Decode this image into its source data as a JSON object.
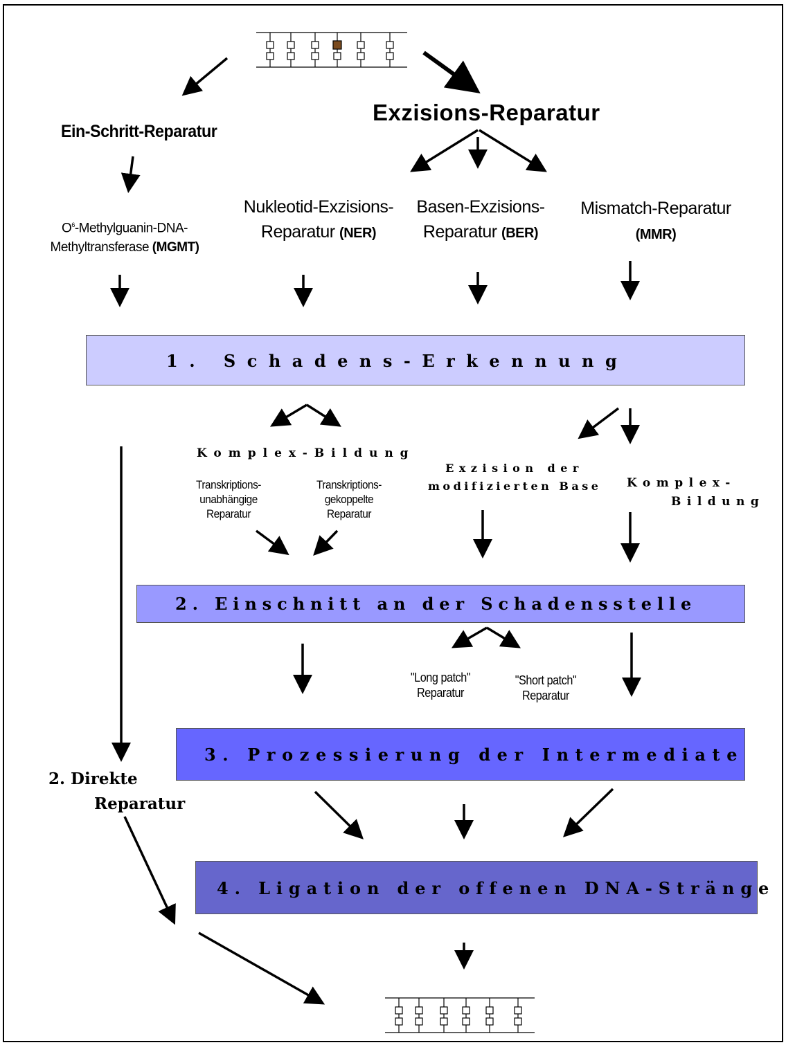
{
  "title_right": "Exzisions-Reparatur",
  "title_left": "Ein-Schritt-Reparatur",
  "pathways": {
    "mgmt": {
      "line1_pre": "O",
      "line1_sup": "6",
      "line1_post": "-Methylguanin-DNA-",
      "line2": "Methyltransferase ",
      "abbr": "(MGMT)"
    },
    "ner": {
      "line1": "Nukleotid-Exzisions-",
      "line2": "Reparatur ",
      "abbr": "(NER)"
    },
    "ber": {
      "line1": "Basen-Exzisions-",
      "line2": "Reparatur ",
      "abbr": "(BER)"
    },
    "mmr": {
      "line1": "Mismatch-Reparatur",
      "abbr": "(MMR)"
    }
  },
  "steps": {
    "step1": "1. Schadens-Erkennung",
    "step2": "2. Einschnitt an der Schadensstelle",
    "step3": "3. Prozessierung der Intermediate",
    "step4": "4. Ligation der offenen DNA-Stränge"
  },
  "step_colors": {
    "step1": "#ccccff",
    "step2": "#9999ff",
    "step3": "#6666ff",
    "step4": "#6666cc"
  },
  "sub": {
    "komplex_ner": "Komplex-Bildung",
    "tu_line1": "Transkriptions-",
    "tu_line2": "unabhängige",
    "tu_line3": "Reparatur",
    "tc_line1": "Transkriptions-",
    "tc_line2": "gekoppelte",
    "tc_line3": "Reparatur",
    "exzision_line1": "Exzision der",
    "exzision_line2": "modifizierten Base",
    "komplex_mmr_line1": "Komplex-",
    "komplex_mmr_line2": "Bildung",
    "long_line1": "\"Long patch\"",
    "long_line2": "Reparatur",
    "short_line1": "\"Short patch\"",
    "short_line2": "Reparatur",
    "direkt_line1": "2. Direkte",
    "direkt_line2": "Reparatur"
  },
  "icons": {
    "top": "damaged-dna-icon",
    "bottom": "repaired-dna-icon"
  }
}
